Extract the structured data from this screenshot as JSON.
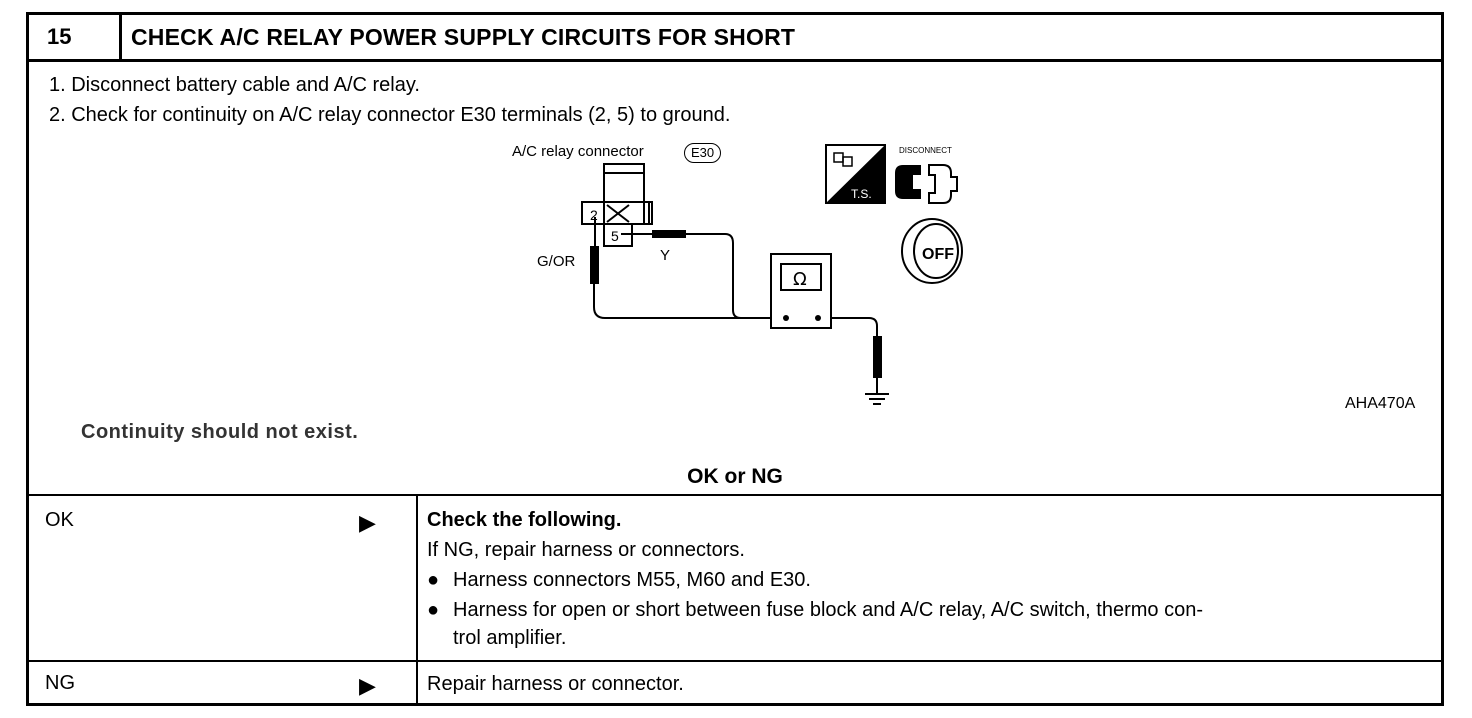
{
  "header": {
    "number": "15",
    "title": "CHECK A/C RELAY POWER SUPPLY CIRCUITS FOR SHORT"
  },
  "steps": [
    "1.  Disconnect battery cable and A/C relay.",
    "2.  Check for continuity on A/C relay connector E30 terminals (2, 5) to ground."
  ],
  "diagram": {
    "connector_label": "A/C relay connector",
    "connector_id": "E30",
    "terminal_a": "2",
    "terminal_b": "5",
    "wire_a": "G/OR",
    "wire_b": "Y",
    "meter_symbol": "Ω",
    "ts_label": "T.S.",
    "disconnect_label": "DISCONNECT",
    "off_label": "OFF",
    "figure_code": "AHA470A",
    "icons": [
      "test-switch-icon",
      "disconnect-icon",
      "ignition-off-icon",
      "ohmmeter-icon",
      "ground-icon"
    ]
  },
  "expected": "Continuity should not exist.",
  "decision_label": "OK or NG",
  "results": {
    "ok": {
      "label": "OK",
      "arrow": "▶",
      "heading": "Check the following.",
      "line1": "If NG, repair harness or connectors.",
      "bullets": [
        "Harness connectors M55, M60 and E30.",
        "Harness for open or short between fuse block and A/C relay, A/C switch, thermo con-",
        "trol amplifier."
      ]
    },
    "ng": {
      "label": "NG",
      "arrow": "▶",
      "text": "Repair harness or connector."
    }
  }
}
